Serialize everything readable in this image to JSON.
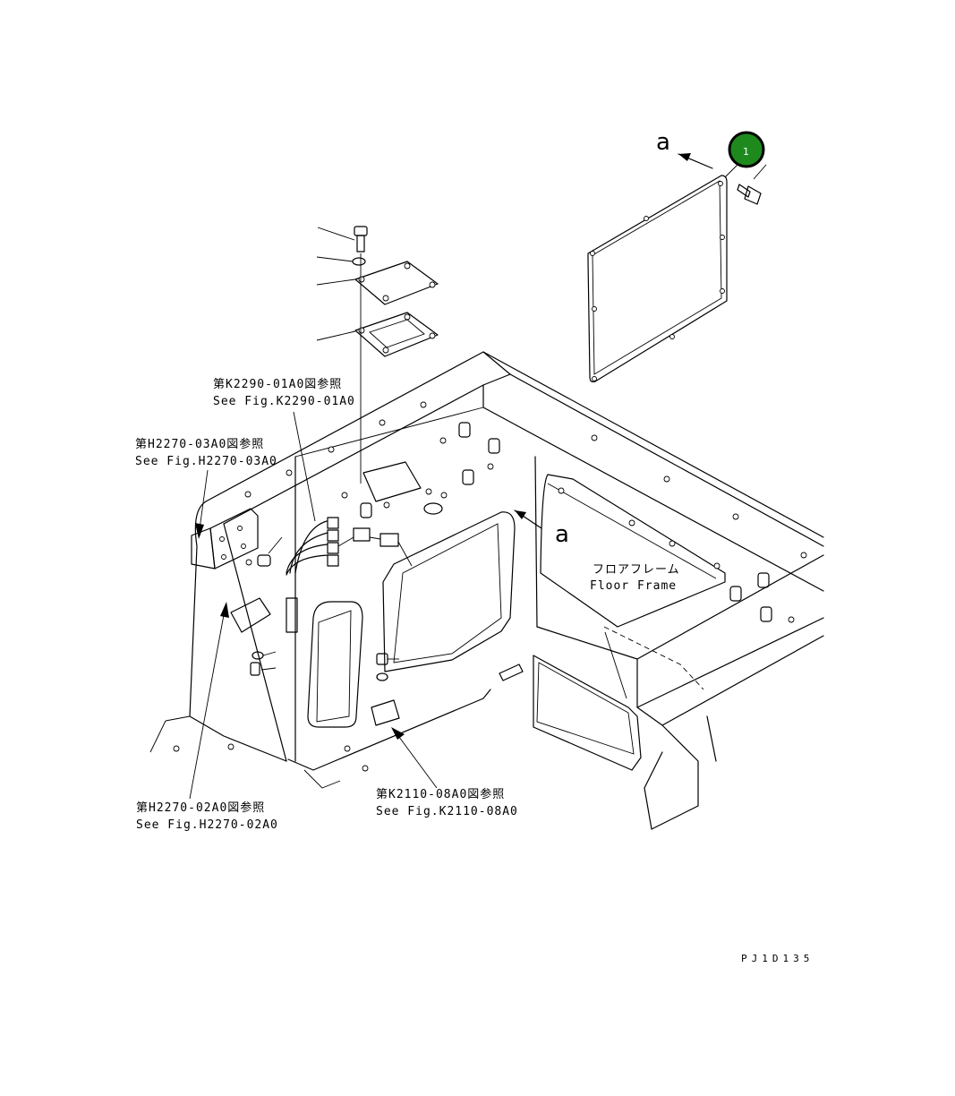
{
  "diagram": {
    "part_badge": "1",
    "view_arrow_top": "a",
    "view_arrow_mid": "a",
    "ref_k2290": {
      "jp": "第K2290-01A0図参照",
      "en": "See Fig.K2290-01A0"
    },
    "ref_h2270_03": {
      "jp": "第H2270-03A0図参照",
      "en": "See Fig.H2270-03A0"
    },
    "ref_h2270_02": {
      "jp": "第H2270-02A0図参照",
      "en": "See Fig.H2270-02A0"
    },
    "ref_k2110": {
      "jp": "第K2110-08A0図参照",
      "en": "See Fig.K2110-08A0"
    },
    "floor_frame": {
      "jp": "フロアフレーム",
      "en": "Floor Frame"
    },
    "drawing_code": "PJ1D135"
  },
  "colors": {
    "badge_fill": "#1e8a1e",
    "badge_ring": "#000000",
    "line": "#000000"
  }
}
